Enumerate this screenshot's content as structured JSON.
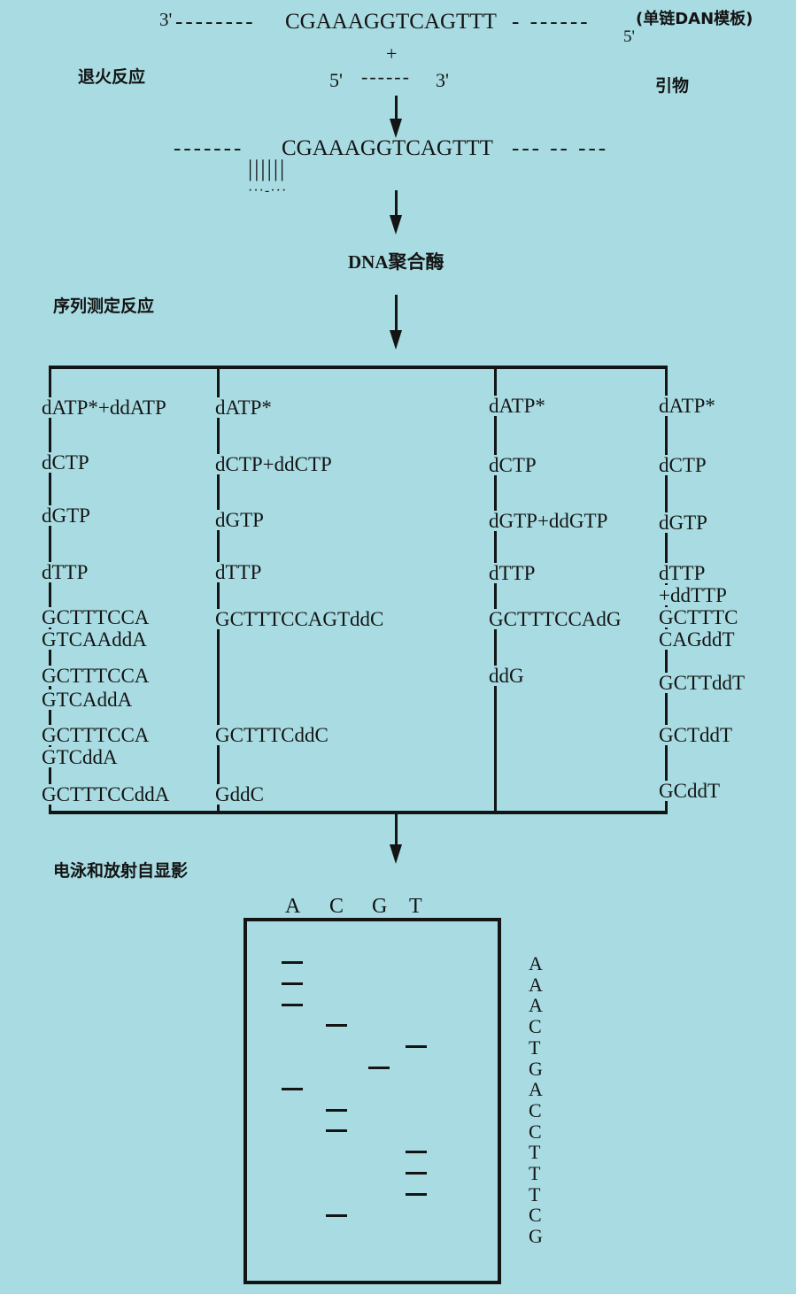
{
  "template": {
    "left_end": "3'",
    "left_dashes": "--------",
    "sequence": "CGAAAGGTCAGTTT",
    "right_dashes": "- ------",
    "right_end": "5'",
    "label": "(单链DAN模板)"
  },
  "plus": "+",
  "annealing_label": "退火反应",
  "primer": {
    "left_end": "5'",
    "dashes": "------",
    "right_end": "3'",
    "label": "引物"
  },
  "annealed": {
    "left_dashes": "-------",
    "sequence": "CGAAAGGTCAGTTT",
    "right_dashes": "--- -- ---",
    "pairing": "||||||",
    "primer_dots": "···-···"
  },
  "polymerase_label": "DNA聚合酶",
  "sequencing_label": "序列测定反应",
  "reactions": [
    {
      "items": [
        "dATP*+ddATP",
        "dCTP",
        "dGTP",
        "dTTP",
        "GCTTTCCA",
        "GTCAAddA",
        "GCTTTCCA",
        "GTCAddA",
        "GCTTTCCA",
        "GTCddA",
        "GCTTTCCddA"
      ]
    },
    {
      "items": [
        "dATP*",
        "dCTP+ddCTP",
        "dGTP",
        "dTTP",
        "GCTTTCCAGTddC",
        "GCTTTCddC",
        "GddC"
      ]
    },
    {
      "items": [
        "dATP*",
        "dCTP",
        "dGTP+ddGTP",
        "dTTP",
        "GCTTTCCAdG",
        "ddG"
      ]
    },
    {
      "items": [
        "dATP*",
        "dCTP",
        "dGTP",
        "dTTP",
        "+ddTTP",
        "GCTTTC",
        "CAGddT",
        "GCTTddT",
        "GCTddT",
        "GCddT"
      ]
    }
  ],
  "electrophoresis_label": "电泳和放射自显影",
  "gel": {
    "lanes": [
      "A",
      "C",
      "G",
      "T"
    ],
    "bands": [
      {
        "lane": "A",
        "rank": 1
      },
      {
        "lane": "A",
        "rank": 2
      },
      {
        "lane": "A",
        "rank": 3
      },
      {
        "lane": "C",
        "rank": 4
      },
      {
        "lane": "T",
        "rank": 5
      },
      {
        "lane": "G",
        "rank": 6
      },
      {
        "lane": "A",
        "rank": 7
      },
      {
        "lane": "C",
        "rank": 8
      },
      {
        "lane": "C",
        "rank": 9
      },
      {
        "lane": "T",
        "rank": 10
      },
      {
        "lane": "T",
        "rank": 11
      },
      {
        "lane": "T",
        "rank": 12
      },
      {
        "lane": "C",
        "rank": 13
      }
    ],
    "read_sequence": [
      "A",
      "A",
      "A",
      "C",
      "T",
      "G",
      "A",
      "C",
      "C",
      "T",
      "T",
      "T",
      "C",
      "G"
    ]
  },
  "colors": {
    "background": "#a8dce2",
    "ink": "#141414"
  }
}
